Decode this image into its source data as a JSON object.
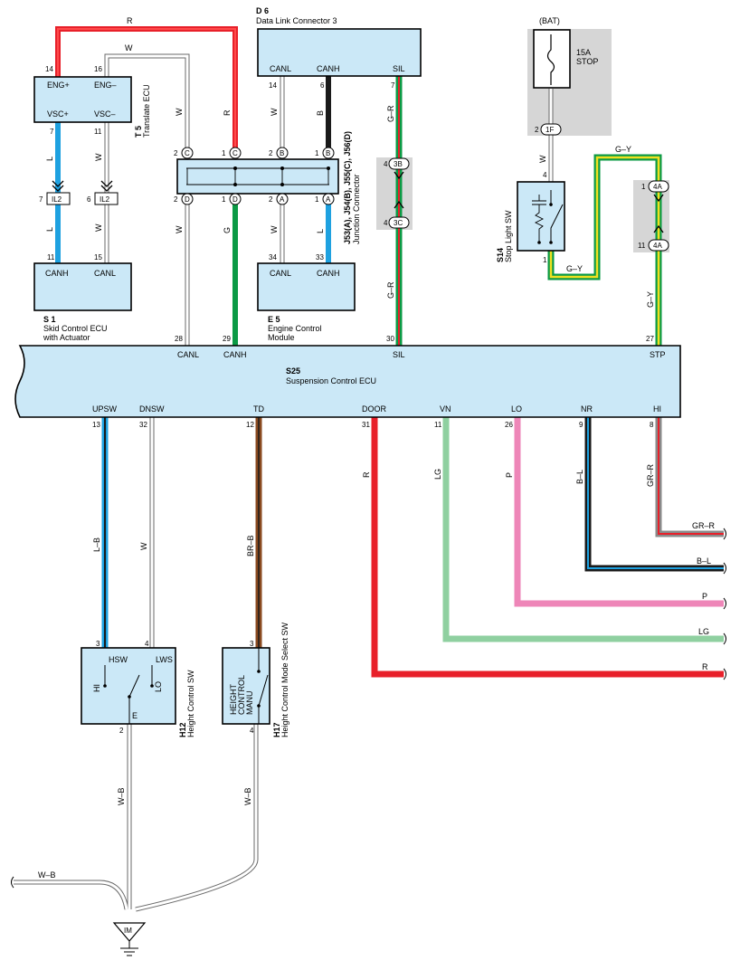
{
  "colors": {
    "red": "#e8202a",
    "white_stroke": "#7a7a7a",
    "black": "#1a1a1a",
    "blue": "#1ea1e0",
    "green": "#0b9a45",
    "lightgreen": "#8fd0a0",
    "pink": "#ee86b8",
    "brown": "#8a4a20",
    "yellow": "#f0e020",
    "grey": "#8a8a8a",
    "ecu_fill": "#cbe8f7",
    "shade": "#d6d6d6"
  },
  "wires": {
    "r_top": "R",
    "w_top": "W",
    "w": "W",
    "r": "R",
    "b": "B",
    "l": "L",
    "g": "G",
    "gr": "G–R",
    "gy": "G–Y",
    "lb": "L–B",
    "brb": "BR–B",
    "lg": "LG",
    "p": "P",
    "bl": "B–L",
    "grr": "GR–R",
    "wb": "W–B"
  },
  "components": {
    "t5": {
      "code": "T 5",
      "name": "Translate ECU",
      "pins": {
        "eng_plus": "ENG+",
        "eng_minus": "ENG–",
        "vsc_plus": "VSC+",
        "vsc_minus": "VSC–"
      }
    },
    "d6": {
      "code": "D 6",
      "name": "Data Link Connector 3",
      "pins": {
        "canl": "CANL",
        "canh": "CANH",
        "sil": "SIL"
      }
    },
    "j": {
      "code": "J53(A), J54(B), J55(C), J56(D)",
      "name": "Junction Connector"
    },
    "s1": {
      "code": "S 1",
      "name1": "Skid Control ECU",
      "name2": "with Actuator",
      "pins": {
        "canh": "CANH",
        "canl": "CANL"
      }
    },
    "e5": {
      "code": "E 5",
      "name1": "Engine Control",
      "name2": "Module",
      "pins": {
        "canl": "CANL",
        "canh": "CANH"
      }
    },
    "s25": {
      "code": "S25",
      "name": "Suspension Control ECU",
      "top_pins": {
        "canl": "CANL",
        "canh": "CANH",
        "sil": "SIL",
        "stp": "STP"
      },
      "bottom_pins": {
        "upsw": "UPSW",
        "dnsw": "DNSW",
        "td": "TD",
        "door": "DOOR",
        "vn": "VN",
        "lo": "LO",
        "nr": "NR",
        "hi": "HI"
      }
    },
    "s14": {
      "code": "S14",
      "name": "Stop Light SW"
    },
    "fuse": {
      "bat": "(BAT)",
      "rating": "15A",
      "name": "STOP"
    },
    "h12": {
      "code": "H12",
      "name": "Height Control SW",
      "hsw": "HSW",
      "lws": "LWS",
      "hi": "HI",
      "lo": "LO",
      "e": "E"
    },
    "h17": {
      "code": "H17",
      "name": "Height  Control Mode Select SW",
      "l1": "HEIGHT",
      "l2": "CONTROL",
      "l3": "MANU"
    },
    "ground": "IM"
  },
  "connectors": {
    "il2": "IL2",
    "c": "C",
    "b": "B",
    "d": "D",
    "a": "A",
    "b3": "3B",
    "c3": "3C",
    "f1": "1F",
    "a4": "4A"
  },
  "pins": {
    "p14": "14",
    "p16": "16",
    "p7": "7",
    "p11": "11",
    "p6": "6",
    "p15": "15",
    "p2": "2",
    "p1": "1",
    "p34": "34",
    "p33": "33",
    "p4": "4",
    "p28": "28",
    "p29": "29",
    "p30": "30",
    "p27": "27",
    "p13": "13",
    "p32": "32",
    "p12": "12",
    "p31": "31",
    "p26": "26",
    "p9": "9",
    "p8": "8",
    "p3": "3"
  }
}
